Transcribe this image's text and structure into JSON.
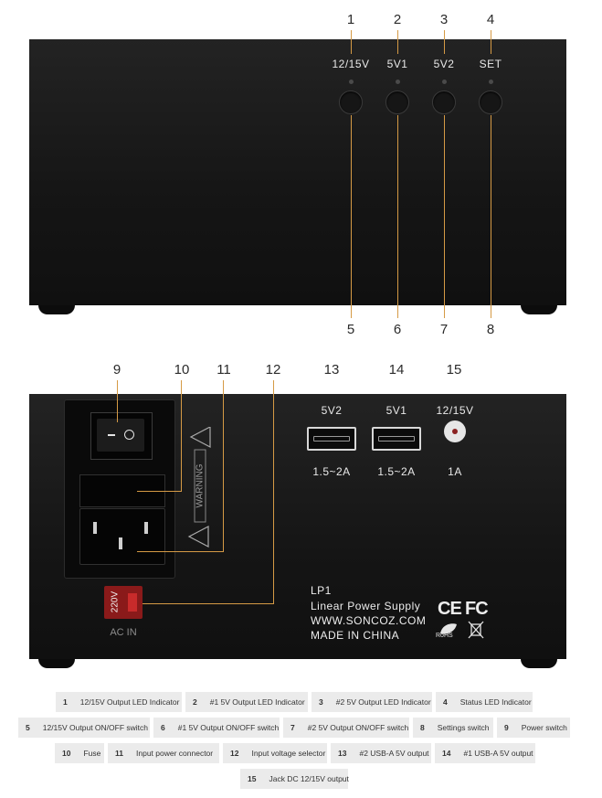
{
  "front": {
    "top_numbers": [
      "1",
      "2",
      "3",
      "4"
    ],
    "bottom_numbers": [
      "5",
      "6",
      "7",
      "8"
    ],
    "panel_labels": [
      "12/15V",
      "5V1",
      "5V2",
      "SET"
    ]
  },
  "back": {
    "numbers": [
      "9",
      "10",
      "11",
      "12",
      "13",
      "14",
      "15"
    ],
    "port_labels": [
      "5V2",
      "5V1",
      "12/15V"
    ],
    "port_ratings": [
      "1.5~2A",
      "1.5~2A",
      "1A"
    ],
    "voltage_selector": "220V",
    "ac_in": "AC IN",
    "warning_text": "WARNING",
    "model": "LP1",
    "product_name": "Linear Power Supply",
    "website": "WWW.SONCOZ.COM",
    "origin": "MADE IN CHINA",
    "ce_mark": "CE",
    "fc_mark": "FC",
    "rohs": "RoHS"
  },
  "legend": [
    {
      "num": "1",
      "text": "12/15V Output LED Indicator"
    },
    {
      "num": "2",
      "text": "#1 5V Output LED Indicator"
    },
    {
      "num": "3",
      "text": "#2 5V Output LED Indicator"
    },
    {
      "num": "4",
      "text": "Status LED Indicator"
    },
    {
      "num": "5",
      "text": "12/15V Output ON/OFF switch"
    },
    {
      "num": "6",
      "text": "#1 5V Output ON/OFF switch"
    },
    {
      "num": "7",
      "text": "#2 5V Output ON/OFF switch"
    },
    {
      "num": "8",
      "text": "Settings switch"
    },
    {
      "num": "9",
      "text": "Power switch"
    },
    {
      "num": "10",
      "text": "Fuse"
    },
    {
      "num": "11",
      "text": "Input power connector"
    },
    {
      "num": "12",
      "text": "Input voltage selector"
    },
    {
      "num": "13",
      "text": "#2 USB-A 5V output"
    },
    {
      "num": "14",
      "text": "#1 USB-A 5V output"
    },
    {
      "num": "15",
      "text": "Jack DC 12/15V output"
    }
  ]
}
